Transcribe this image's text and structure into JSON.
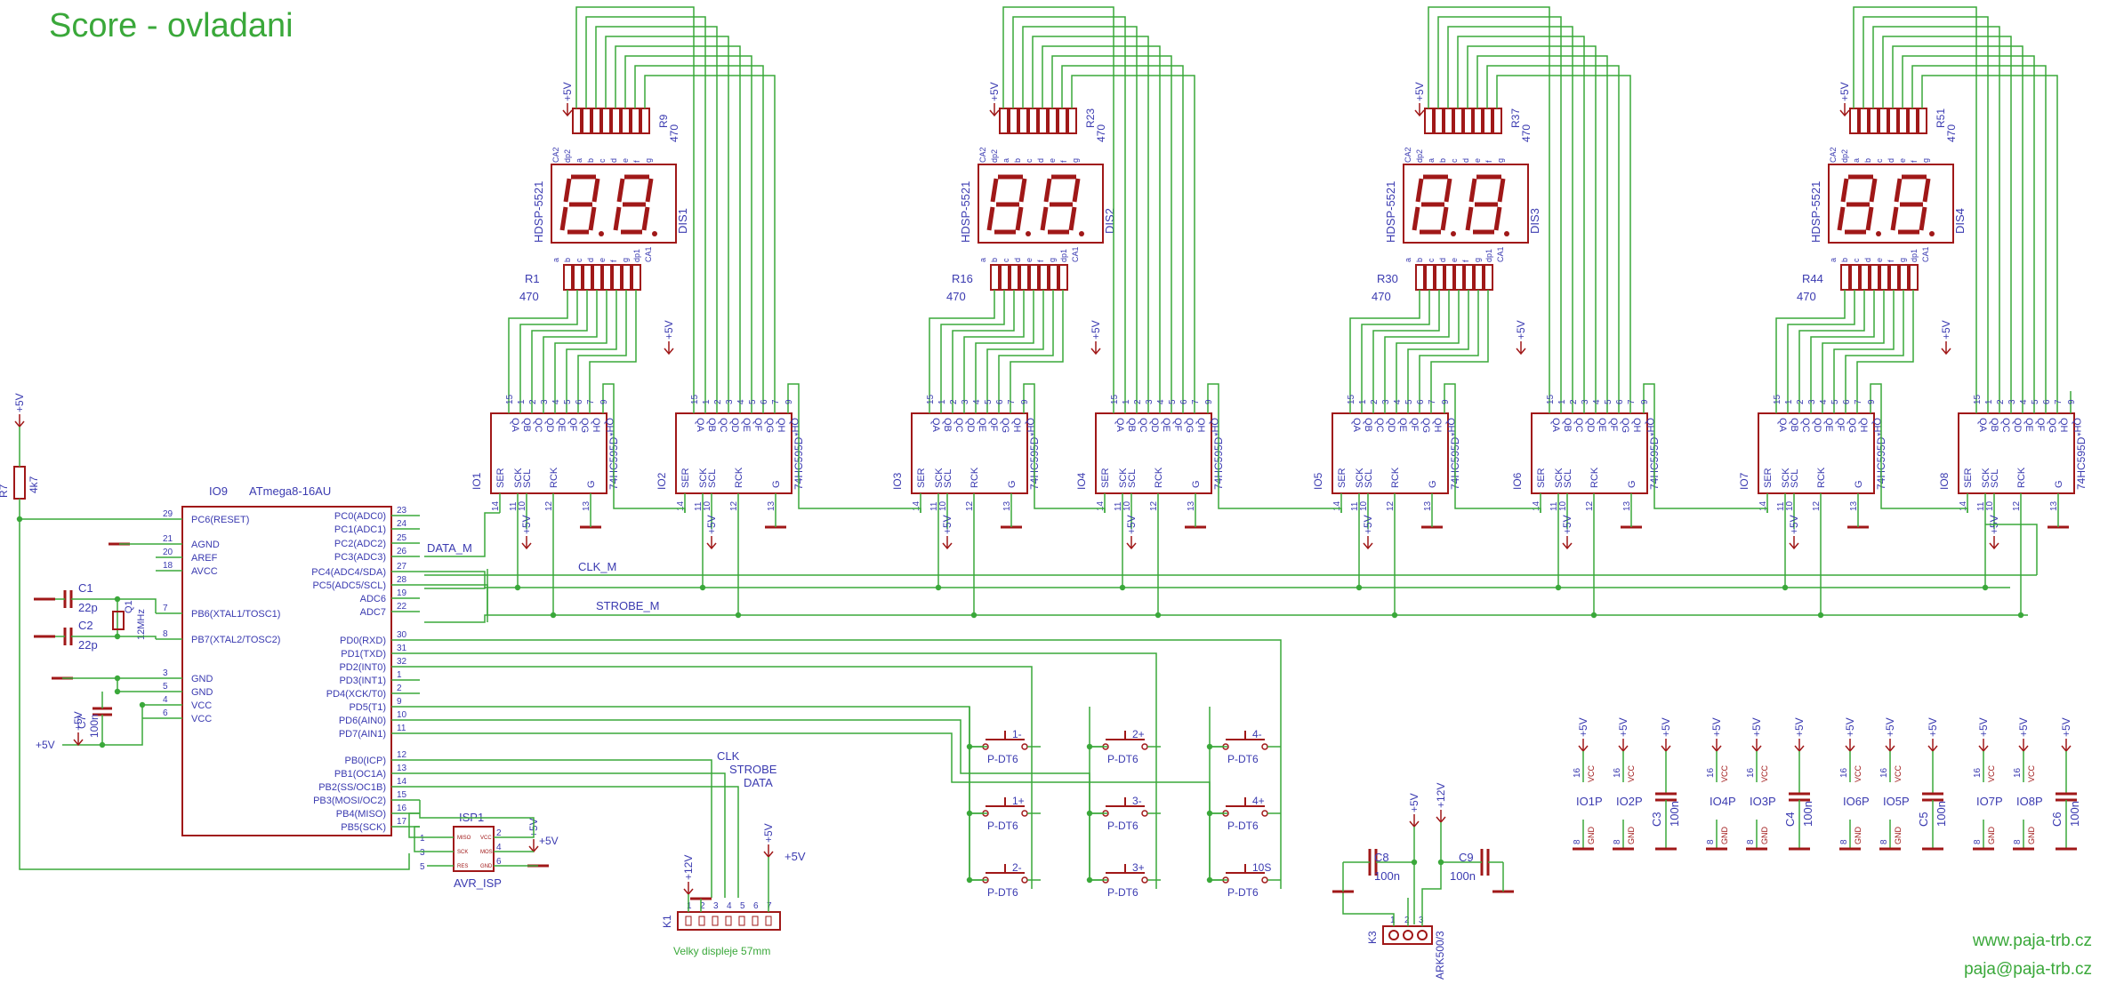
{
  "header": {
    "title": "Score - ovladani",
    "web": "www.paja-trb.cz",
    "email": "paja@paja-trb.cz"
  },
  "colors": {
    "wire": "#3aa83a",
    "part": "#a01818",
    "label": "#3a3ab0",
    "background": "#ffffff"
  },
  "power": {
    "plus5": "+5V",
    "plus12": "+12V"
  },
  "displays": [
    {
      "name": "DIS1",
      "part": "HDSP-5521",
      "r_top": "R9",
      "r_bot": "R1",
      "value": "470"
    },
    {
      "name": "DIS2",
      "part": "HDSP-5521",
      "r_top": "R23",
      "r_bot": "R16",
      "value": "470"
    },
    {
      "name": "DIS3",
      "part": "HDSP-5521",
      "r_top": "R37",
      "r_bot": "R30",
      "value": "470"
    },
    {
      "name": "DIS4",
      "part": "HDSP-5521",
      "r_top": "R51",
      "r_bot": "R44",
      "value": "470"
    }
  ],
  "display_pins": {
    "top": [
      "CA2",
      "dp2",
      "a",
      "b",
      "c",
      "d",
      "e",
      "f",
      "g"
    ],
    "bottom": [
      "a",
      "b",
      "c",
      "d",
      "e",
      "f",
      "g",
      "dp1",
      "CA1"
    ]
  },
  "shift_registers": [
    {
      "name": "IO1",
      "part": "74HC595D"
    },
    {
      "name": "IO2",
      "part": "74HC595D"
    },
    {
      "name": "IO3",
      "part": "74HC595D"
    },
    {
      "name": "IO4",
      "part": "74HC595D"
    },
    {
      "name": "IO5",
      "part": "74HC595D"
    },
    {
      "name": "IO6",
      "part": "74HC595D"
    },
    {
      "name": "IO7",
      "part": "74HC595D"
    },
    {
      "name": "IO8",
      "part": "74HC595D"
    }
  ],
  "sr_pins": {
    "top": [
      {
        "num": "15",
        "name": "QA"
      },
      {
        "num": "1",
        "name": "QB"
      },
      {
        "num": "2",
        "name": "QC"
      },
      {
        "num": "3",
        "name": "QD"
      },
      {
        "num": "4",
        "name": "QE"
      },
      {
        "num": "5",
        "name": "QF"
      },
      {
        "num": "6",
        "name": "QG"
      },
      {
        "num": "7",
        "name": "QH"
      },
      {
        "num": "9",
        "name": "QH*"
      }
    ],
    "bottom": [
      {
        "num": "14",
        "name": "SER"
      },
      {
        "num": "11",
        "name": "SCK"
      },
      {
        "num": "10",
        "name": "SCL"
      },
      {
        "num": "12",
        "name": "RCK"
      },
      {
        "num": "13",
        "name": "G"
      }
    ]
  },
  "nets": {
    "data": "DATA_M",
    "clk": "CLK_M",
    "strobe": "STROBE_M",
    "clk2": "CLK",
    "strobe2": "STROBE",
    "data2": "DATA"
  },
  "mcu": {
    "name": "IO9",
    "part": "ATmega8-16AU",
    "left_pins": [
      {
        "num": "29",
        "name": "PC6(RESET)"
      },
      {
        "num": "21",
        "name": "AGND"
      },
      {
        "num": "20",
        "name": "AREF"
      },
      {
        "num": "18",
        "name": "AVCC"
      },
      {
        "num": "7",
        "name": "PB6(XTAL1/TOSC1)"
      },
      {
        "num": "8",
        "name": "PB7(XTAL2/TOSC2)"
      },
      {
        "num": "3",
        "name": "GND"
      },
      {
        "num": "5",
        "name": "GND"
      },
      {
        "num": "4",
        "name": "VCC"
      },
      {
        "num": "6",
        "name": "VCC"
      }
    ],
    "right_pins": [
      {
        "num": "23",
        "name": "PC0(ADC0)"
      },
      {
        "num": "24",
        "name": "PC1(ADC1)"
      },
      {
        "num": "25",
        "name": "PC2(ADC2)"
      },
      {
        "num": "26",
        "name": "PC3(ADC3)"
      },
      {
        "num": "27",
        "name": "PC4(ADC4/SDA)"
      },
      {
        "num": "28",
        "name": "PC5(ADC5/SCL)"
      },
      {
        "num": "19",
        "name": "ADC6"
      },
      {
        "num": "22",
        "name": "ADC7"
      },
      {
        "num": "30",
        "name": "PD0(RXD)"
      },
      {
        "num": "31",
        "name": "PD1(TXD)"
      },
      {
        "num": "32",
        "name": "PD2(INT0)"
      },
      {
        "num": "1",
        "name": "PD3(INT1)"
      },
      {
        "num": "2",
        "name": "PD4(XCK/T0)"
      },
      {
        "num": "9",
        "name": "PD5(T1)"
      },
      {
        "num": "10",
        "name": "PD6(AIN0)"
      },
      {
        "num": "11",
        "name": "PD7(AIN1)"
      },
      {
        "num": "12",
        "name": "PB0(ICP)"
      },
      {
        "num": "13",
        "name": "PB1(OC1A)"
      },
      {
        "num": "14",
        "name": "PB2(SS/OC1B)"
      },
      {
        "num": "15",
        "name": "PB3(MOSI/OC2)"
      },
      {
        "num": "16",
        "name": "PB4(MISO)"
      },
      {
        "num": "17",
        "name": "PB5(SCK)"
      }
    ]
  },
  "passives": {
    "r7": {
      "name": "R7",
      "value": "4k7"
    },
    "c1": {
      "name": "C1",
      "value": "22p"
    },
    "c2": {
      "name": "C2",
      "value": "22p"
    },
    "q1": {
      "name": "Q1",
      "value": "12MHz"
    },
    "c7": {
      "name": "C7",
      "value": "100n"
    },
    "c8": {
      "name": "C8",
      "value": "100n"
    },
    "c9": {
      "name": "C9",
      "value": "100n"
    }
  },
  "isp": {
    "name": "ISP1",
    "part": "AVR_ISP",
    "pins": [
      "1",
      "2",
      "3",
      "4",
      "5",
      "6"
    ],
    "signals": [
      "MISO",
      "VCC",
      "SCK",
      "MOSI",
      "RES",
      "GND"
    ]
  },
  "buttons": [
    {
      "label": "1-",
      "part": "P-DT6"
    },
    {
      "label": "2+",
      "part": "P-DT6"
    },
    {
      "label": "4-",
      "part": "P-DT6"
    },
    {
      "label": "1+",
      "part": "P-DT6"
    },
    {
      "label": "3-",
      "part": "P-DT6"
    },
    {
      "label": "4+",
      "part": "P-DT6"
    },
    {
      "label": "2-",
      "part": "P-DT6"
    },
    {
      "label": "3+",
      "part": "P-DT6"
    },
    {
      "label": "10S",
      "part": "P-DT6"
    }
  ],
  "connector_k1": {
    "name": "K1",
    "pins": [
      "1",
      "2",
      "3",
      "4",
      "5",
      "6",
      "7"
    ],
    "caption": "Velky displeje 57mm"
  },
  "connector_k3": {
    "name": "K3",
    "part": "ARK500/3",
    "pins": [
      "1",
      "2",
      "3"
    ]
  },
  "power_parts": [
    {
      "a": "IO1P",
      "b": "IO2P",
      "c": "C3"
    },
    {
      "a": "IO4P",
      "b": "IO3P",
      "c": "C4"
    },
    {
      "a": "IO6P",
      "b": "IO5P",
      "c": "C5"
    },
    {
      "a": "IO7P",
      "b": "IO8P",
      "c": "C6"
    }
  ],
  "power_pin_labels": {
    "vcc": "VCC",
    "gnd": "GND",
    "vcc_num": "16",
    "gnd_num": "8",
    "cap_value": "100n"
  }
}
